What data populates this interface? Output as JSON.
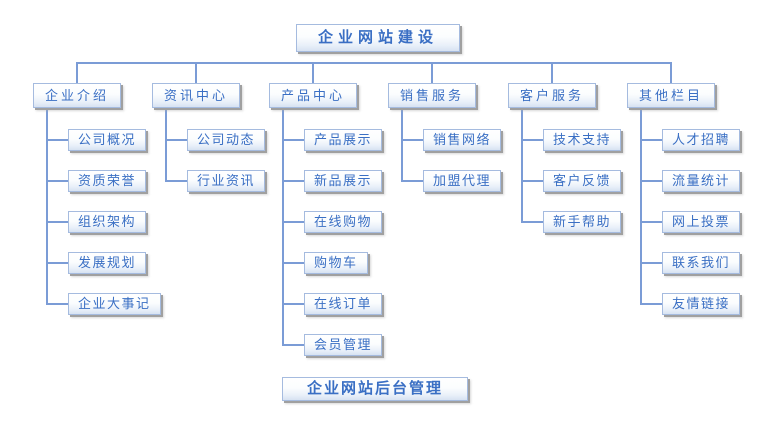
{
  "diagram": {
    "root": {
      "label": "企业网站建设"
    },
    "footer": {
      "label": "企业网站后台管理"
    },
    "columns": [
      {
        "label": "企业介绍",
        "items": [
          "公司概况",
          "资质荣誉",
          "组织架构",
          "发展规划",
          "企业大事记"
        ]
      },
      {
        "label": "资讯中心",
        "items": [
          "公司动态",
          "行业资讯"
        ]
      },
      {
        "label": "产品中心",
        "items": [
          "产品展示",
          "新品展示",
          "在线购物",
          "购物车",
          "在线订单",
          "会员管理"
        ]
      },
      {
        "label": "销售服务",
        "items": [
          "销售网络",
          "加盟代理"
        ]
      },
      {
        "label": "客户服务",
        "items": [
          "技术支持",
          "客户反馈",
          "新手帮助"
        ]
      },
      {
        "label": "其他栏目",
        "items": [
          "人才招聘",
          "流量统计",
          "网上投票",
          "联系我们",
          "友情链接"
        ]
      }
    ],
    "colors": {
      "connector": "#7b9cd6",
      "node_border": "#a5bbdf",
      "node_text": "#3a6fc4",
      "node_gradient_bottom": "#d7e2f2",
      "node_shadow": "#a0a0a0",
      "background": "#ffffff"
    }
  }
}
